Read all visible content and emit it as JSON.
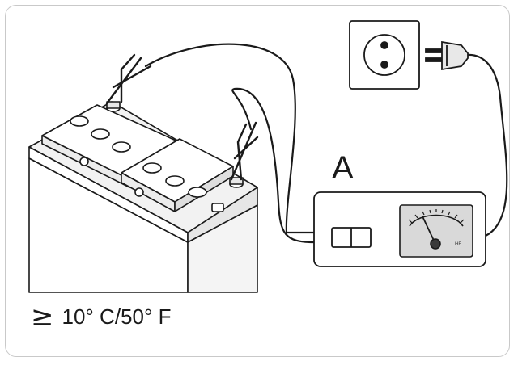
{
  "charger": {
    "label": "A",
    "meter_mark": "HF"
  },
  "requirement": {
    "symbol": "≥",
    "text": "10° C/50° F"
  },
  "icons": [
    "car-battery-icon",
    "wall-socket-icon",
    "power-plug-icon",
    "battery-charger-icon",
    "analog-meter-icon",
    "clamp-icon"
  ],
  "colors": {
    "line": "#1a1a1a",
    "fill": "#ffffff",
    "shade": "#ececec",
    "meter_face": "#d9d9d9",
    "frame": "#c9c9c9"
  }
}
